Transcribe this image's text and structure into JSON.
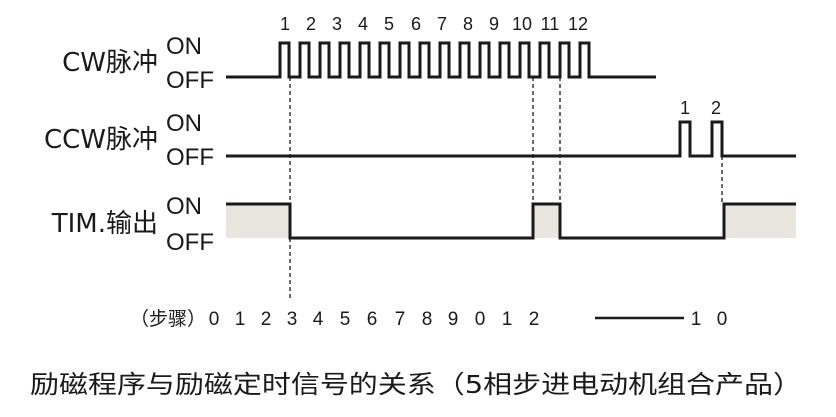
{
  "signals": [
    {
      "name": "CW脉冲",
      "on": "ON",
      "off": "OFF"
    },
    {
      "name": "CCW脉冲",
      "on": "ON",
      "off": "OFF"
    },
    {
      "name": "TIM.输出",
      "on": "ON",
      "off": "OFF"
    }
  ],
  "cw_pulse_numbers": [
    "1",
    "2",
    "3",
    "4",
    "5",
    "6",
    "7",
    "8",
    "9",
    "10",
    "11",
    "12"
  ],
  "ccw_pulse_numbers": [
    "1",
    "2"
  ],
  "steps": {
    "prefix": "（步骤）",
    "values": [
      "0",
      "1",
      "2",
      "3",
      "4",
      "5",
      "6",
      "7",
      "8",
      "9",
      "0",
      "1",
      "2"
    ],
    "tail": [
      "1",
      "0"
    ]
  },
  "caption": "励磁程序与励磁定时信号的关系（5相步进电动机组合产品）",
  "colors": {
    "line": "#1a1a1a",
    "shade": "#e9e6e0"
  }
}
